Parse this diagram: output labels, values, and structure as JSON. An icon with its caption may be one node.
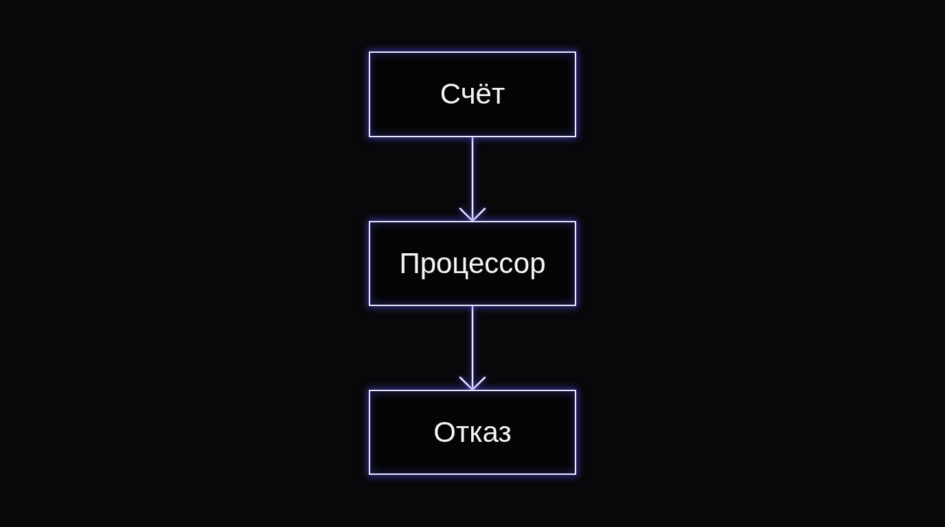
{
  "diagram": {
    "nodes": [
      {
        "text": [
          "Счёт"
        ]
      },
      {
        "text": [
          "Процессор"
        ]
      },
      {
        "text": [
          "Отказ"
        ]
      }
    ],
    "edges": [
      {
        "from": 0,
        "to": 1,
        "arrow": "to"
      },
      {
        "from": 1,
        "to": 2,
        "arrow": "to"
      }
    ]
  }
}
